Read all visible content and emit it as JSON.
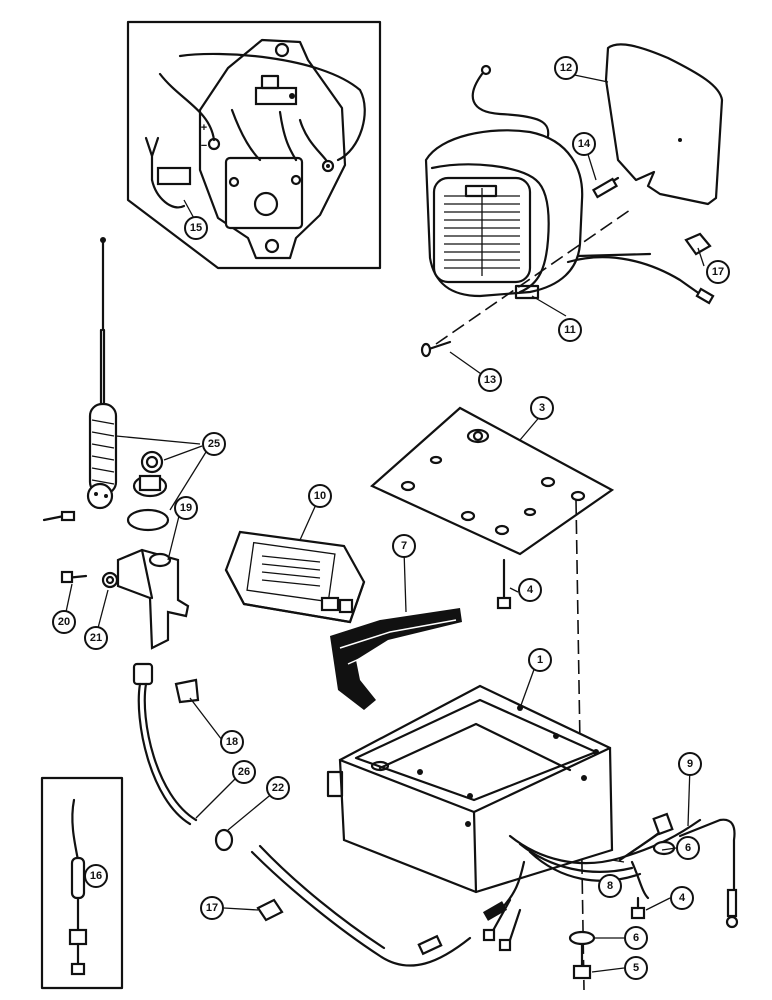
{
  "diagram": {
    "callouts": [
      {
        "id": "c1",
        "label": "1"
      },
      {
        "id": "c3",
        "label": "3"
      },
      {
        "id": "c4a",
        "label": "4"
      },
      {
        "id": "c4b",
        "label": "4"
      },
      {
        "id": "c5",
        "label": "5"
      },
      {
        "id": "c6a",
        "label": "6"
      },
      {
        "id": "c6b",
        "label": "6"
      },
      {
        "id": "c7",
        "label": "7"
      },
      {
        "id": "c8",
        "label": "8"
      },
      {
        "id": "c9",
        "label": "9"
      },
      {
        "id": "c10",
        "label": "10"
      },
      {
        "id": "c11",
        "label": "11"
      },
      {
        "id": "c12",
        "label": "12"
      },
      {
        "id": "c13",
        "label": "13"
      },
      {
        "id": "c14",
        "label": "14"
      },
      {
        "id": "c15",
        "label": "15"
      },
      {
        "id": "c16",
        "label": "16"
      },
      {
        "id": "c17a",
        "label": "17"
      },
      {
        "id": "c17b",
        "label": "17"
      },
      {
        "id": "c18",
        "label": "18"
      },
      {
        "id": "c19",
        "label": "19"
      },
      {
        "id": "c20",
        "label": "20"
      },
      {
        "id": "c21",
        "label": "21"
      },
      {
        "id": "c22",
        "label": "22"
      },
      {
        "id": "c25",
        "label": "25"
      },
      {
        "id": "c26",
        "label": "26"
      }
    ],
    "inset_labels": {
      "plus": "+",
      "minus": "−"
    }
  }
}
